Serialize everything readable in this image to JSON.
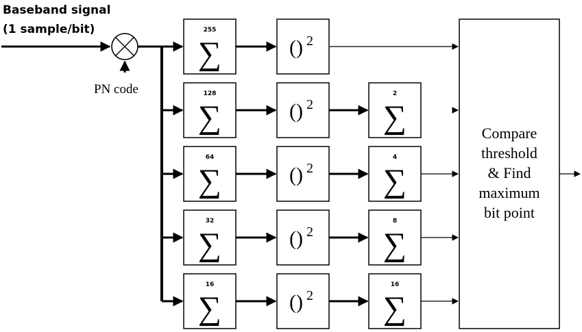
{
  "input": {
    "line1": "Baseband signal",
    "line2": "(1 sample/bit)",
    "pn_label": "PN code"
  },
  "rows": [
    {
      "sum_limit": "255",
      "square": "()",
      "power": "2",
      "post_limit": ""
    },
    {
      "sum_limit": "128",
      "square": "()",
      "power": "2",
      "post_limit": "2"
    },
    {
      "sum_limit": "64",
      "square": "()",
      "power": "2",
      "post_limit": "4"
    },
    {
      "sum_limit": "32",
      "square": "()",
      "power": "2",
      "post_limit": "8"
    },
    {
      "sum_limit": "16",
      "square": "()",
      "power": "2",
      "post_limit": "16"
    }
  ],
  "sigma_symbol": "∑",
  "compare": {
    "lines": [
      "Compare",
      "threshold",
      "& Find",
      "maximum",
      "bit point"
    ]
  }
}
